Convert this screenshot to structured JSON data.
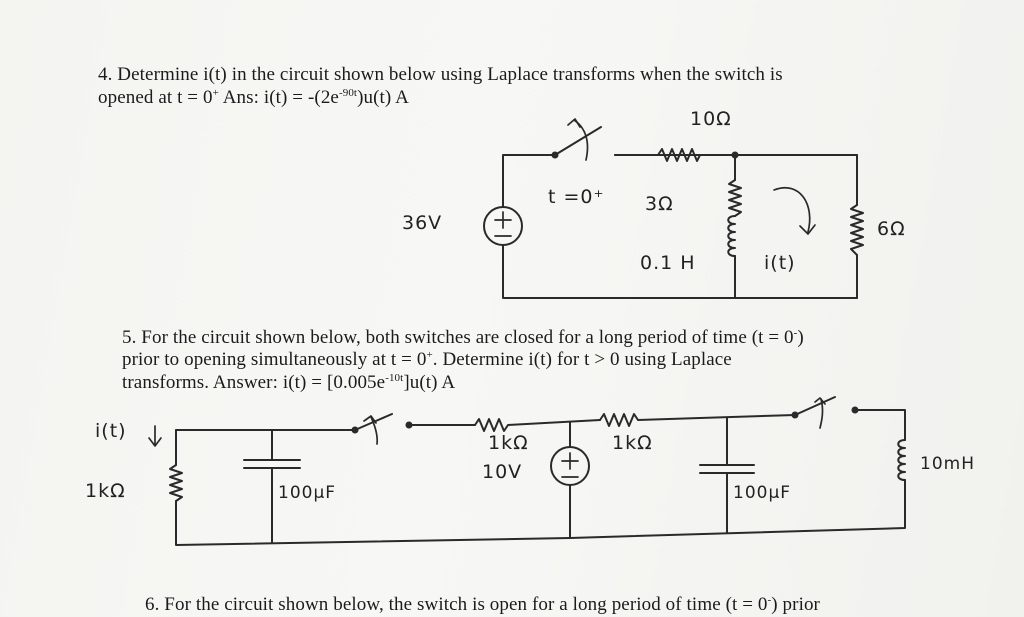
{
  "problem4": {
    "line1": "4. Determine i(t) in the circuit shown below using Laplace transforms when the switch is",
    "line2_pre": "opened at t = 0",
    "line2_sup": "+",
    "line2_ans": "  Ans: i(t) = -(2e",
    "line2_exp": "-90t",
    "line2_end": ")u(t) A",
    "circuit": {
      "r_top": "10Ω",
      "switch_label": "t =0⁺",
      "r_mid": "3Ω",
      "source": "36V",
      "source_sign": "+",
      "inductor": "0.1 H",
      "current": "i(t)",
      "r_right": "6Ω"
    }
  },
  "problem5": {
    "line1": "5. For the circuit shown below, both switches are closed for a long period of time (t = 0",
    "line1_sup": "-",
    "line1_end": ")",
    "line2_pre": "prior to opening simultaneously at t = 0",
    "line2_sup": "+",
    "line2_end": ". Determine i(t) for  t > 0 using Laplace",
    "line3_pre": "transforms. Answer: i(t) = [0.005e",
    "line3_exp": "-10t",
    "line3_end": "]u(t) A",
    "circuit": {
      "current": "i(t)",
      "r_left": "1kΩ",
      "cap_left": "100μF",
      "r_mid1": "1kΩ",
      "source": "10V",
      "source_sign": "+",
      "r_mid2": "1kΩ",
      "cap_right": "100μF",
      "inductor": "10mH"
    }
  },
  "problem6": {
    "line1_pre": "6. For the circuit shown below, the switch is open for a long period of time (t = 0",
    "line1_sup": "-",
    "line1_end": ") prior"
  }
}
